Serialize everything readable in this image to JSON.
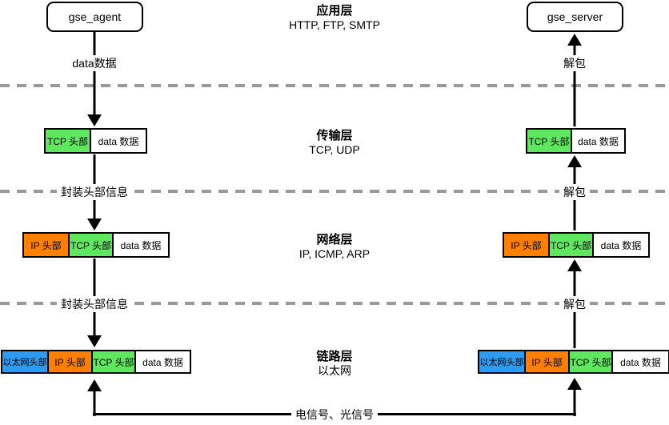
{
  "nodes": {
    "agent": "gse_agent",
    "server": "gse_server"
  },
  "layer_labels": [
    {
      "title": "应用层",
      "protocols": "HTTP, FTP, SMTP"
    },
    {
      "title": "传输层",
      "protocols": "TCP, UDP"
    },
    {
      "title": "网络层",
      "protocols": "IP, ICMP, ARP"
    },
    {
      "title": "链路层",
      "protocols": "以太网"
    }
  ],
  "flow_labels": {
    "data_down": "data数据",
    "encapsulate": "封装头部信息",
    "unpack": "解包",
    "signal": "电信号、光信号"
  },
  "packets": {
    "transport": [
      {
        "key": "tcp-header",
        "label": "TCP 头部"
      },
      {
        "key": "data",
        "label": "data 数据"
      }
    ],
    "network": [
      {
        "key": "ip-header",
        "label": "IP 头部"
      },
      {
        "key": "tcp-header",
        "label": "TCP 头部"
      },
      {
        "key": "data",
        "label": "data 数据"
      }
    ],
    "link": [
      {
        "key": "ethernet-header",
        "label": "以太网头部"
      },
      {
        "key": "ip-header",
        "label": "IP 头部"
      },
      {
        "key": "tcp-header",
        "label": "TCP 头部"
      },
      {
        "key": "data",
        "label": "data 数据"
      }
    ]
  },
  "colors": {
    "ethernet_header": "#2D9BF0",
    "ip_header": "#FF8000",
    "tcp_header": "#60E760",
    "data_segment": "#FFFFFF",
    "dash_line": "#999999"
  }
}
